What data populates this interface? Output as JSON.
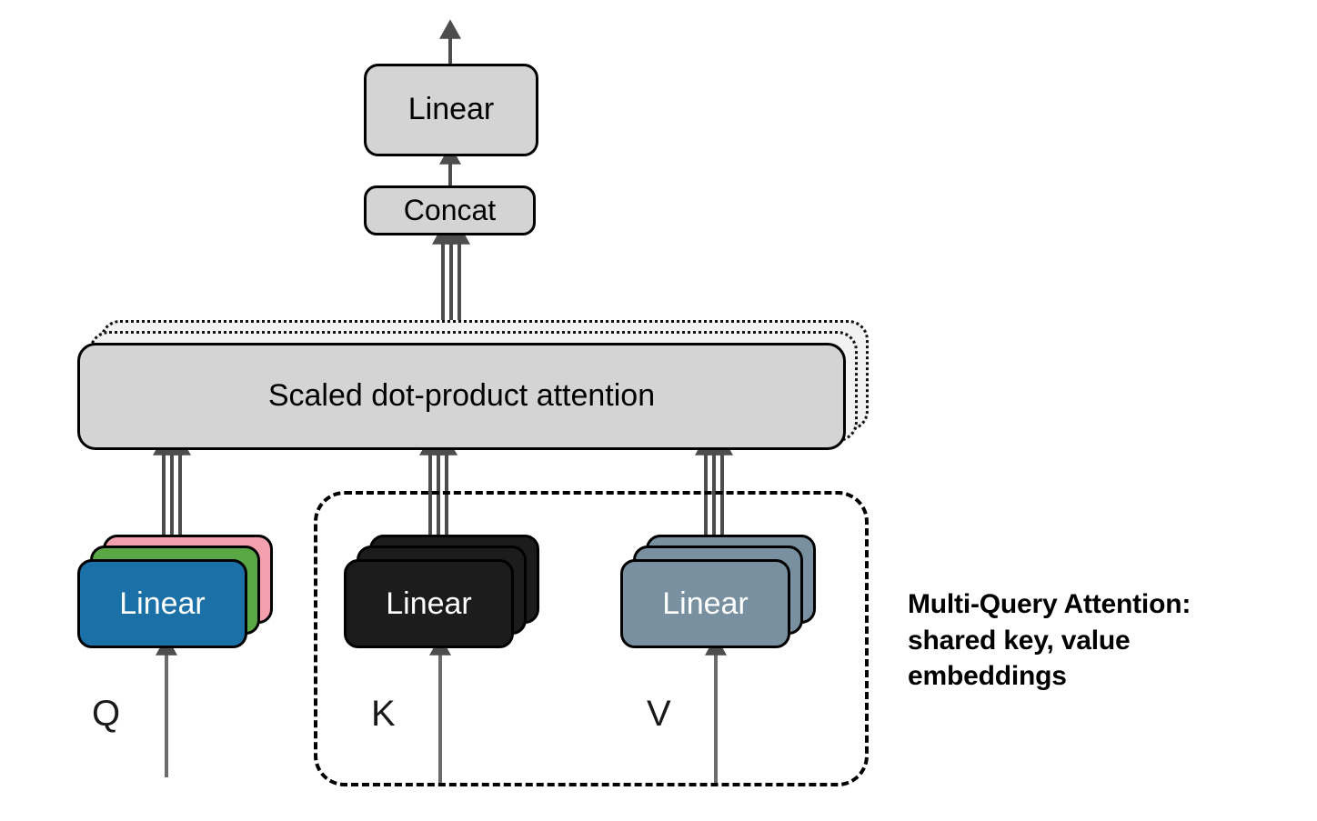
{
  "diagram": {
    "title": "Multi-Query Attention architecture diagram",
    "nodes": {
      "output_linear": {
        "label": "Linear"
      },
      "concat": {
        "label": "Concat"
      },
      "attention": {
        "label": "Scaled dot-product attention"
      },
      "q_linear": {
        "label": "Linear"
      },
      "k_linear": {
        "label": "Linear"
      },
      "v_linear": {
        "label": "Linear"
      }
    },
    "inputs": {
      "query": "Q",
      "key": "K",
      "value": "V"
    },
    "annotation": {
      "line1": "Multi-Query Attention:",
      "line2": "shared key, value",
      "line3": "embeddings"
    },
    "colors": {
      "box_fill": "#d4d4d4",
      "box_stroke": "#000000",
      "query_front": "#1b70a8",
      "query_mid": "#5aa845",
      "query_back": "#f4a0ae",
      "key_front": "#1c1c1c",
      "key_mid": "#1c1c1c",
      "key_back": "#1c1c1c",
      "value_front": "#78909f",
      "value_mid": "#78909f",
      "value_back": "#78909f",
      "arrow": "#4d4d4d",
      "ghost_fill": "#f2f2f2",
      "annotation_text": "#000000"
    },
    "counts": {
      "query_heads": 3,
      "key_heads": 1,
      "value_heads": 1,
      "attention_stack": 3
    }
  }
}
